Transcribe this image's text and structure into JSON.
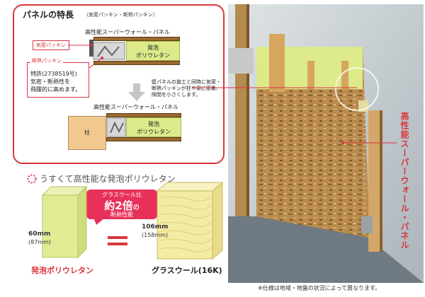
{
  "features": {
    "title": "パネルの特長",
    "subtitle": "（気密パッキン・断熱パッキン）",
    "top_diagram_label": "高性能スーパーウォール・パネル",
    "insulation_label_1": "発泡",
    "insulation_label_2": "ポリウレタン",
    "airtight_tag": "気密パッキン",
    "thermal_tag": "断熱パッキン",
    "patent_line1": "特許(2738519号)",
    "patent_line2": "気密・断熱性を",
    "patent_line3": "飛躍的に高めます。",
    "note_line1": "壁パネルの施工と同時に気密・",
    "note_line2": "断熱パッキンが柱や梁に密着、",
    "note_line3": "隙間を小さくします。",
    "bottom_diagram_label": "高性能スーパーウォール・パネル",
    "post_label": "柱"
  },
  "comparison": {
    "heading": "うすくて高性能な発泡ポリウレタン",
    "balloon_line1": "グラスウール比",
    "balloon_big": "約2倍",
    "balloon_suffix": "の",
    "balloon_line3": "断熱性能",
    "left_thickness": "60mm",
    "left_thickness_alt": "(87mm)",
    "right_thickness": "106mm",
    "right_thickness_alt": "(158mm)",
    "left_material": "発泡ポリウレタン",
    "right_material": "グラスウール(16K)"
  },
  "photo": {
    "vertical_label": "高性能スーパーウォール・パネル"
  },
  "footnote": "※仕様は地域・地盤の状況によって異なります。",
  "colors": {
    "accent_red": "#d9363e",
    "pink": "#e8315a",
    "insulation_green": "#dcea8a",
    "glasswool_yellow": "#f4eca4",
    "osb_brown": "#b98b4e"
  }
}
